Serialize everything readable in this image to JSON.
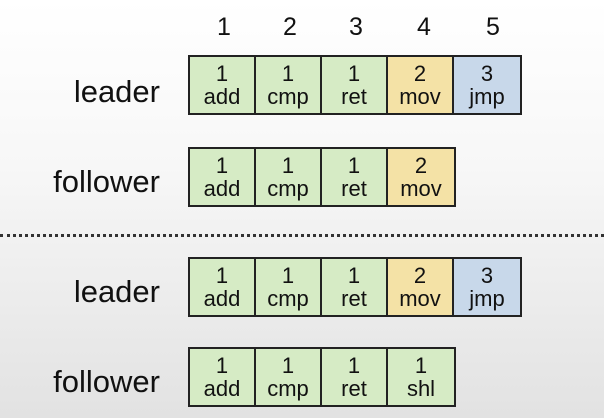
{
  "index_numbers": [
    "1",
    "2",
    "3",
    "4",
    "5"
  ],
  "colors": {
    "term1": "#d6ebc5",
    "term2": "#f4e2a6",
    "term3": "#c8d8ea"
  },
  "sections": [
    {
      "leader": {
        "label": "leader",
        "entries": [
          {
            "term": "1",
            "cmd": "add"
          },
          {
            "term": "1",
            "cmd": "cmp"
          },
          {
            "term": "1",
            "cmd": "ret"
          },
          {
            "term": "2",
            "cmd": "mov"
          },
          {
            "term": "3",
            "cmd": "jmp"
          }
        ]
      },
      "follower": {
        "label": "follower",
        "entries": [
          {
            "term": "1",
            "cmd": "add"
          },
          {
            "term": "1",
            "cmd": "cmp"
          },
          {
            "term": "1",
            "cmd": "ret"
          },
          {
            "term": "2",
            "cmd": "mov"
          }
        ]
      }
    },
    {
      "leader": {
        "label": "leader",
        "entries": [
          {
            "term": "1",
            "cmd": "add"
          },
          {
            "term": "1",
            "cmd": "cmp"
          },
          {
            "term": "1",
            "cmd": "ret"
          },
          {
            "term": "2",
            "cmd": "mov"
          },
          {
            "term": "3",
            "cmd": "jmp"
          }
        ]
      },
      "follower": {
        "label": "follower",
        "entries": [
          {
            "term": "1",
            "cmd": "add"
          },
          {
            "term": "1",
            "cmd": "cmp"
          },
          {
            "term": "1",
            "cmd": "ret"
          },
          {
            "term": "1",
            "cmd": "shl"
          }
        ]
      }
    }
  ]
}
